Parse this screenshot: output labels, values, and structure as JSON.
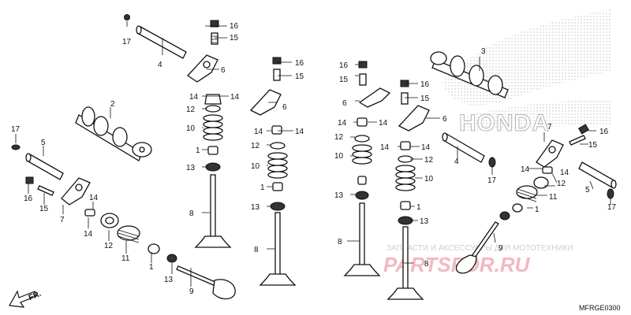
{
  "diagram_code": "MFRGE0300",
  "front_marker": "FR.",
  "watermark": {
    "brand": "HONDA",
    "shop_text": "ЗАПЧАСТИ И АКСЕССУАРЫ ДЛЯ МОТОТЕХНИКИ",
    "shop_logo": "PARTSFOR.RU",
    "colors": {
      "brand": "#c9c9c9",
      "shop_text": "#d0d0d0",
      "shop_logo": "#f2b8bf"
    }
  },
  "callouts": {
    "c1": "17",
    "c2": "4",
    "c3": "16",
    "c4": "15",
    "c5": "6",
    "c6": "2",
    "c7": "17",
    "c8": "5",
    "c9": "16",
    "c10": "15",
    "c11": "7",
    "c12": "14",
    "c13": "14",
    "c14": "12",
    "c15": "11",
    "c16": "1",
    "c17": "13",
    "c18": "9",
    "c19": "14",
    "c20": "14",
    "c21": "12",
    "c22": "10",
    "c23": "1",
    "c24": "13",
    "c25": "8",
    "c26": "16",
    "c27": "15",
    "c28": "6",
    "c29": "14",
    "c30": "14",
    "c31": "12",
    "c32": "10",
    "c33": "1",
    "c34": "13",
    "c35": "8",
    "c36": "16",
    "c37": "15",
    "c38": "6",
    "c39": "14",
    "c40": "14",
    "c41": "12",
    "c42": "10",
    "c43": "13",
    "c44": "8",
    "c45": "16",
    "c46": "15",
    "c47": "6",
    "c48": "14",
    "c49": "14",
    "c50": "12",
    "c51": "10",
    "c52": "1",
    "c53": "13",
    "c54": "8",
    "c55": "3",
    "c56": "4",
    "c57": "17",
    "c58": "7",
    "c59": "16",
    "c60": "15",
    "c61": "14",
    "c62": "14",
    "c63": "12",
    "c64": "11",
    "c65": "1",
    "c66": "9",
    "c67": "5",
    "c68": "17"
  }
}
